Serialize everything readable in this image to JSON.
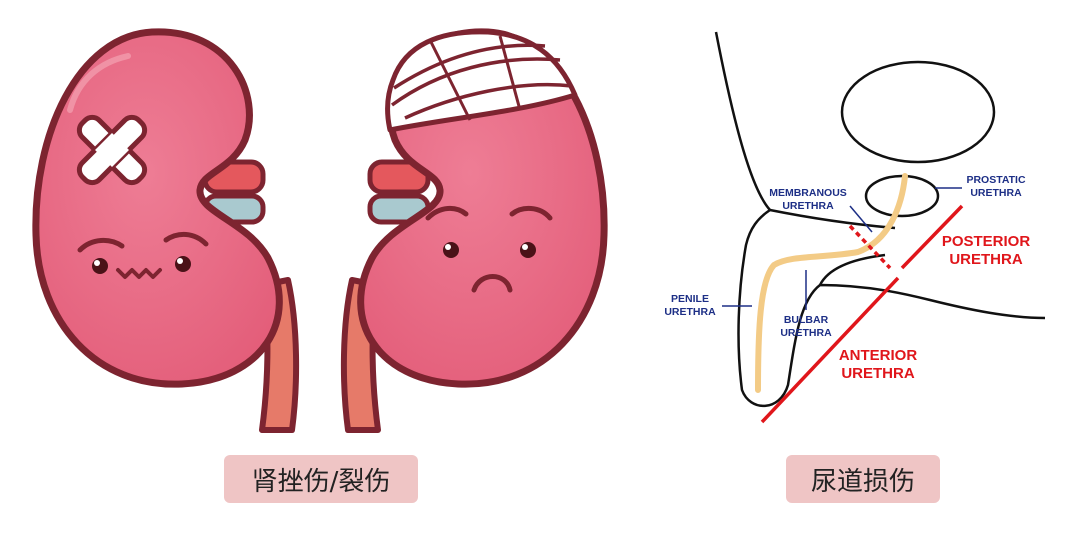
{
  "captions": {
    "left": "肾挫伤/裂伤",
    "right": "尿道损伤"
  },
  "colors": {
    "kidney_fill": "#e86a85",
    "kidney_outline": "#7d2430",
    "ureter": "#e67a69",
    "red_vessel": "#e4585d",
    "blue_vessel": "#a9c9cf",
    "urethra_line": "#f3cb86",
    "caption_bg": "#efc5c5",
    "anatomy_blue": "#1d2f86",
    "anatomy_red": "#e0161b"
  },
  "urethra_diagram": {
    "labels": {
      "membranous": [
        "MEMBRANOUS",
        "URETHRA"
      ],
      "prostatic": [
        "PROSTATIC",
        "URETHRA"
      ],
      "penile": [
        "PENILE",
        "URETHRA"
      ],
      "bulbar": [
        "BULBAR",
        "URETHRA"
      ],
      "posterior": [
        "POSTERIOR",
        "URETHRA"
      ],
      "anterior": [
        "ANTERIOR",
        "URETHRA"
      ]
    }
  }
}
